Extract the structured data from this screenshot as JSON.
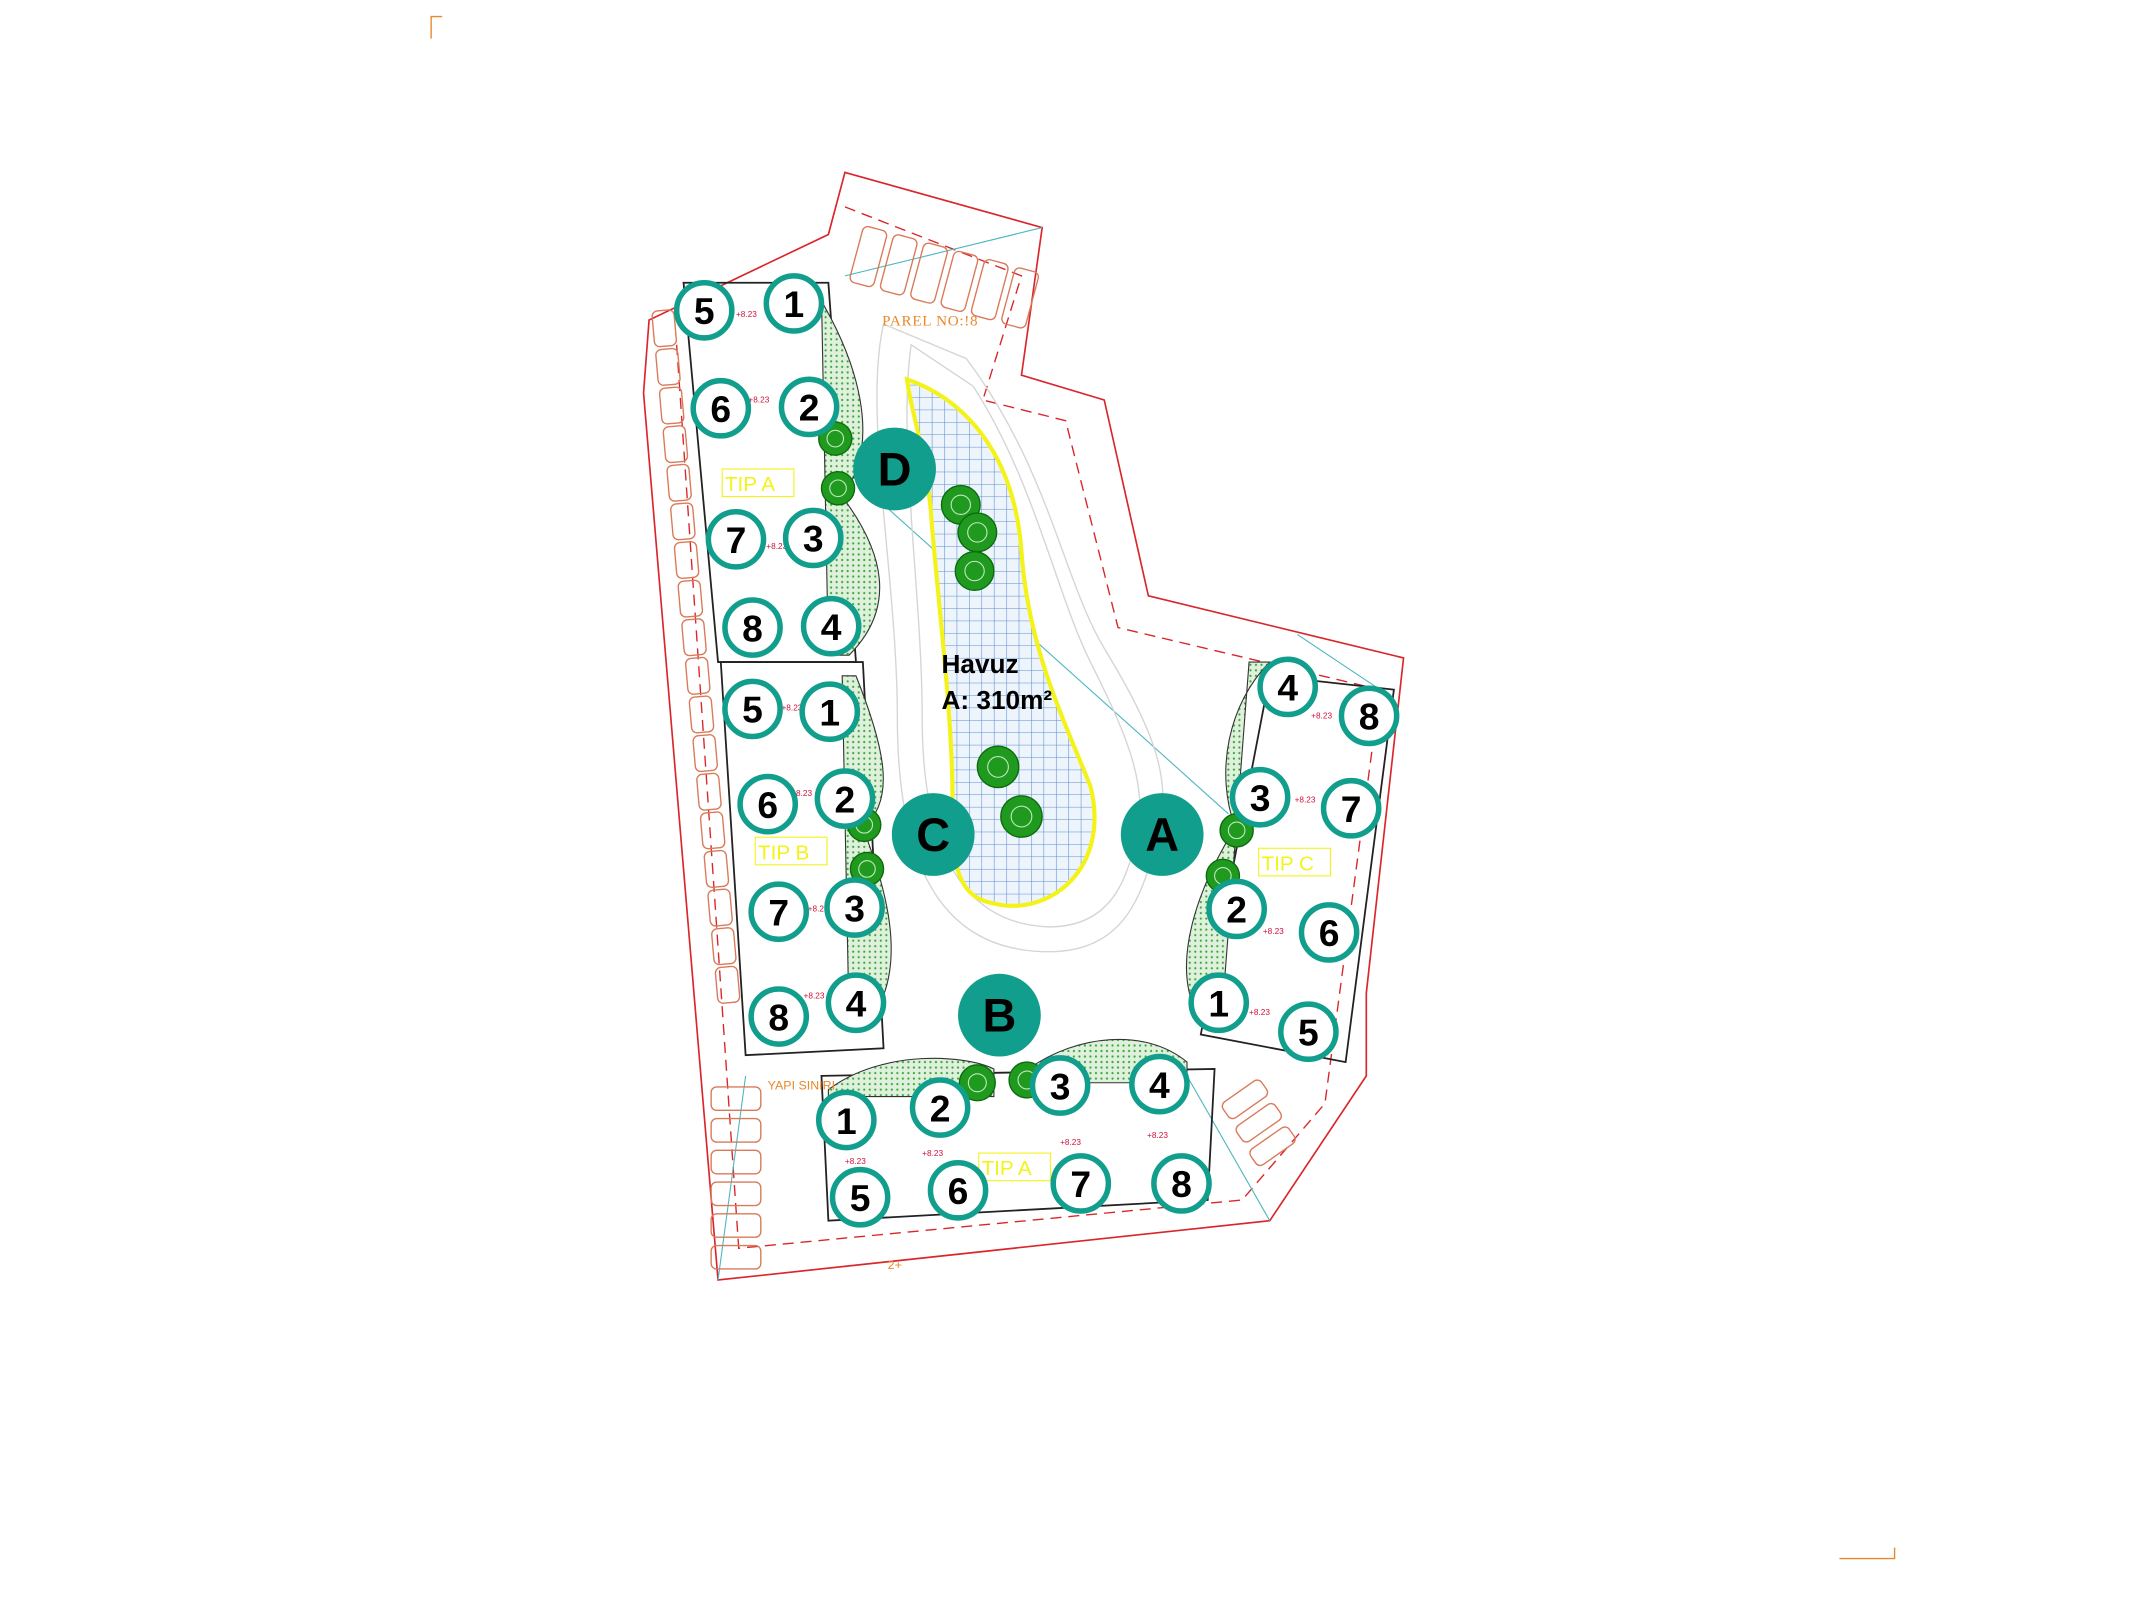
{
  "site": {
    "parcel_label": "PAREL NO:!8",
    "setback_label": "YAPI SINIRI",
    "floor_label": "2+",
    "pool": {
      "title": "Havuz",
      "area": "A: 310m²"
    },
    "level_mark": "+8.23"
  },
  "buildings": [
    {
      "letter": "D",
      "type": "TIP A",
      "units": [
        "5",
        "1",
        "6",
        "2",
        "7",
        "3",
        "8",
        "4"
      ]
    },
    {
      "letter": "C",
      "type": "TIP B",
      "units": [
        "5",
        "1",
        "6",
        "2",
        "7",
        "3",
        "8",
        "4"
      ]
    },
    {
      "letter": "A",
      "type": "TIP C",
      "units": [
        "4",
        "8",
        "3",
        "7",
        "2",
        "6",
        "1",
        "5"
      ]
    },
    {
      "letter": "B",
      "type": "TIP A",
      "units": [
        "1",
        "2",
        "3",
        "4",
        "5",
        "6",
        "7",
        "8"
      ]
    }
  ],
  "colors": {
    "marker": "#129e8c",
    "boundary": "#d9262b",
    "pool_outline": "#f3f31a",
    "pool_grid": "#5a8fd0",
    "tree": "#1f9a1f",
    "parking": "#d97a5a"
  }
}
